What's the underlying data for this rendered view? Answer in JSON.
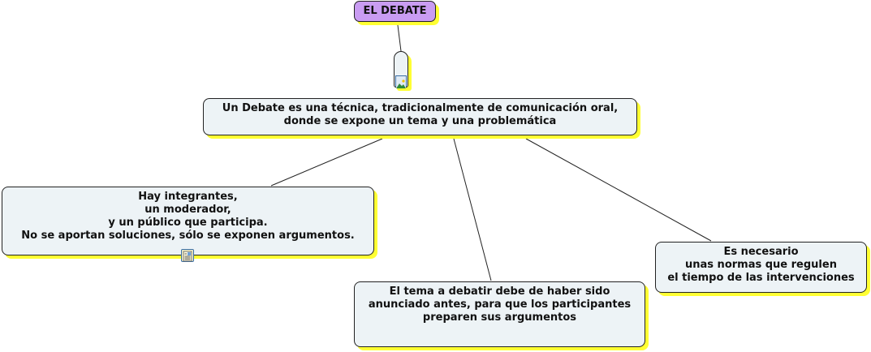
{
  "diagram": {
    "type": "concept-map",
    "colors": {
      "title_fill": "#c99cf2",
      "node_fill": "#edf3f6",
      "shadow": "#ffff33",
      "border": "#222222",
      "line": "#222222"
    },
    "title_node": {
      "label": "EL DEBATE"
    },
    "main_node": {
      "label": "Un Debate es una técnica, tradicionalmente de comunicación oral,\ndonde se expone un tema y una problemática"
    },
    "child_nodes": [
      {
        "id": "participants",
        "label": "Hay integrantes,\nun moderador,\ny un público que participa.\nNo se aportan soluciones, sólo se exponen argumentos."
      },
      {
        "id": "announce",
        "label": "El tema a debatir debe de haber sido\nanunciado antes, para que los participantes\npreparen sus argumentos"
      },
      {
        "id": "rules",
        "label": "Es necesario\nunas normas que regulen\nel tiempo de las intervenciones"
      }
    ],
    "icons": {
      "pill_attachment": "image-icon",
      "left_attachment": "note-icon"
    }
  }
}
